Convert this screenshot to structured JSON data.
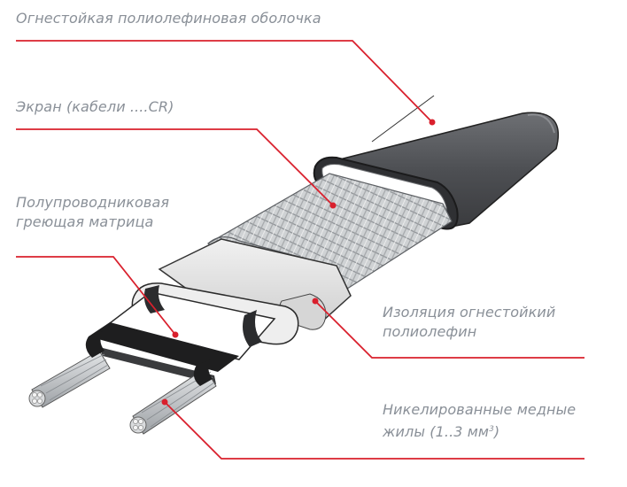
{
  "colors": {
    "leader": "#d9202d",
    "label_text": "#8a9098",
    "sheath": "#4d4f53",
    "braid": "#b9bcbf",
    "insulation": "#e3e3e3",
    "matrix": "#ffffff",
    "wire": "#c9ccce"
  },
  "labels": {
    "sheath": "Огнестойкая полиолефиновая оболочка",
    "screen": "Экран (кабели ....CR)",
    "matrix_line1": "Полупроводниковая",
    "matrix_line2": "греющая матрица",
    "insulation_line1": "Изоляция огнестойкий",
    "insulation_line2": "полиолефин",
    "cores_line1": "Никелированные медные",
    "cores_line2_main": "жилы (1..3 мм",
    "cores_line2_sup": "3",
    "cores_line2_end": ")"
  }
}
